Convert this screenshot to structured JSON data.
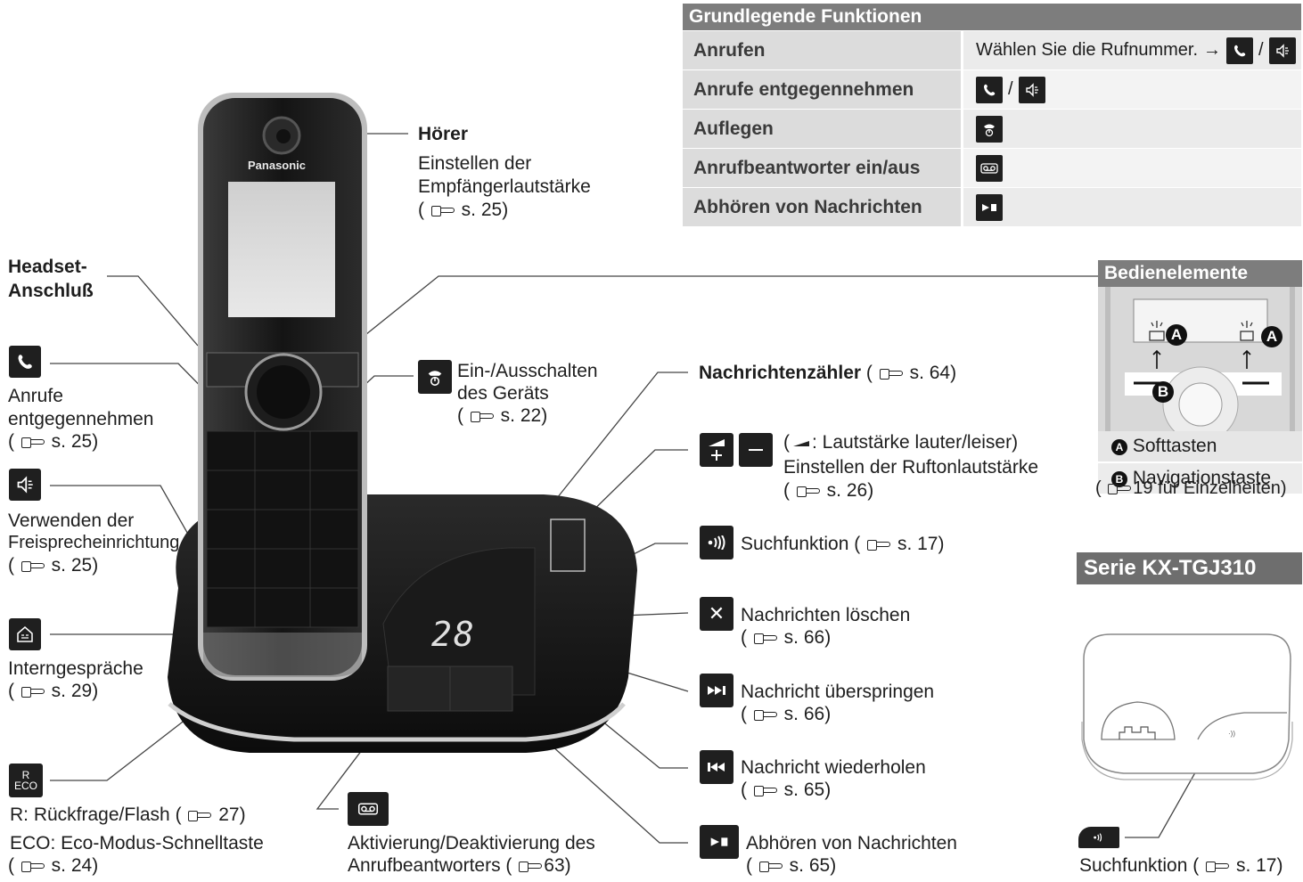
{
  "table": {
    "header": "Grundlegende Funktionen",
    "rows": [
      {
        "label": "Anrufen",
        "value": "Wählen Sie die Rufnummer.",
        "icons": [
          "phone-icon",
          "speaker-icon"
        ]
      },
      {
        "label": "Anrufe entgegennehmen",
        "value": "",
        "icons": [
          "phone-icon",
          "speaker-icon"
        ]
      },
      {
        "label": "Auflegen",
        "value": "",
        "icons": [
          "power-off-icon"
        ]
      },
      {
        "label": "Anrufbeantworter ein/aus",
        "value": "",
        "icons": [
          "answering-machine-icon"
        ]
      },
      {
        "label": "Abhören von Nachrichten",
        "value": "",
        "icons": [
          "play-pause-icon"
        ]
      }
    ]
  },
  "handset": {
    "brand": "Panasonic",
    "receiver_title": "Hörer",
    "receiver_desc1": "Einstellen der",
    "receiver_desc2": "Empfängerlautstärke",
    "receiver_ref": "s. 25)",
    "headset_title1": "Headset-",
    "headset_title2": "Anschluß",
    "answer_desc1": "Anrufe",
    "answer_desc2": "entgegennehmen",
    "answer_ref": "s. 25)",
    "power_desc1": "Ein-/Ausschalten",
    "power_desc2": "des Geräts",
    "power_ref": "s. 22)",
    "speaker_desc1": "Verwenden der",
    "speaker_desc2": "Freisprecheinrichtung",
    "speaker_ref": "s. 25)",
    "intercom_desc": "Interngespräche",
    "intercom_ref": "s. 29)",
    "eco_icon_top": "R",
    "eco_icon_bottom": "ECO",
    "r_desc": "R: Rückfrage/Flash (",
    "r_ref": "27)",
    "eco_desc": "ECO: Eco-Modus-Schnelltaste",
    "eco_ref": "s. 24)"
  },
  "base": {
    "counter_display": "28",
    "counter_title": "Nachrichtenzähler",
    "counter_ref": "s. 64)",
    "volume_desc1": "(",
    "volume_desc1b": ": Lautstärke lauter/leiser)",
    "volume_desc2": "Einstellen der Ruftonlautstärke",
    "volume_ref": "s. 26)",
    "locator_desc": "Suchfunktion (",
    "locator_ref": "s. 17)",
    "delete_desc": "Nachrichten löschen",
    "delete_ref": "s. 66)",
    "skip_desc": "Nachricht überspringen",
    "skip_ref": "s. 66)",
    "repeat_desc": "Nachricht wiederholen",
    "repeat_ref": "s. 65)",
    "play_desc": "Abhören von Nachrichten",
    "play_ref": "s. 65)",
    "answering_desc1": "Aktivierung/Deaktivierung des",
    "answering_desc2": "Anrufbeantworters (",
    "answering_ref": "63)"
  },
  "controls": {
    "header": "Bedienelemente",
    "softkeys_label": "Softtasten",
    "nav_label": "Navigationstaste",
    "marker_a": "A",
    "marker_b": "B",
    "details": "19 für Einzelheiten)"
  },
  "serie": {
    "title": "Serie KX-TGJ310",
    "locator_desc": "Suchfunktion (",
    "locator_ref": "s. 17)"
  }
}
